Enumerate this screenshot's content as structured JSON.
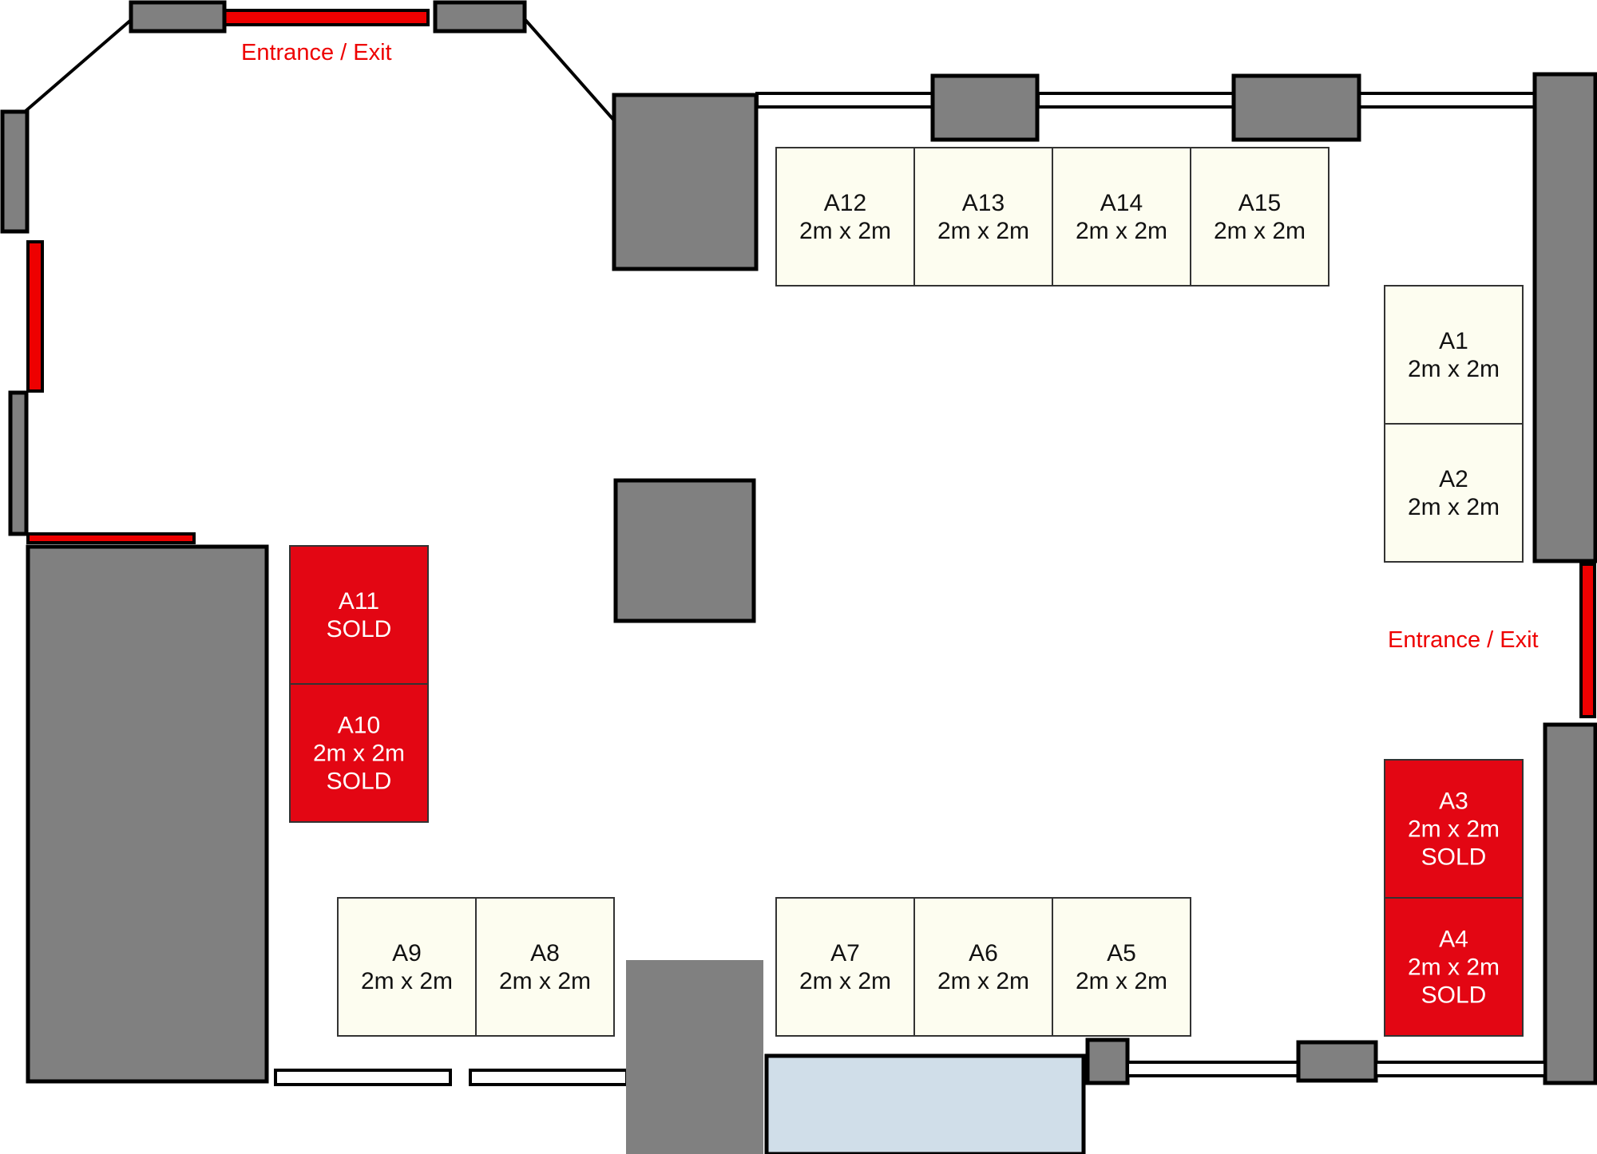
{
  "entrances": [
    {
      "id": "top",
      "label": "Entrance / Exit"
    },
    {
      "id": "right",
      "label": "Entrance / Exit"
    }
  ],
  "booths": [
    {
      "id": "A12",
      "label": "A12",
      "size": "2m x 2m",
      "status": ""
    },
    {
      "id": "A13",
      "label": "A13",
      "size": "2m x 2m",
      "status": ""
    },
    {
      "id": "A14",
      "label": "A14",
      "size": "2m x 2m",
      "status": ""
    },
    {
      "id": "A15",
      "label": "A15",
      "size": "2m x 2m",
      "status": ""
    },
    {
      "id": "A1",
      "label": "A1",
      "size": "2m x 2m",
      "status": ""
    },
    {
      "id": "A2",
      "label": "A2",
      "size": "2m x 2m",
      "status": ""
    },
    {
      "id": "A11",
      "label": "A11",
      "size": "",
      "status": "SOLD"
    },
    {
      "id": "A10",
      "label": "A10",
      "size": "2m x 2m",
      "status": "SOLD"
    },
    {
      "id": "A3",
      "label": "A3",
      "size": "2m x 2m",
      "status": "SOLD"
    },
    {
      "id": "A4",
      "label": "A4",
      "size": "2m x 2m",
      "status": "SOLD"
    },
    {
      "id": "A9",
      "label": "A9",
      "size": "2m x 2m",
      "status": ""
    },
    {
      "id": "A8",
      "label": "A8",
      "size": "2m x 2m",
      "status": ""
    },
    {
      "id": "A7",
      "label": "A7",
      "size": "2m x 2m",
      "status": ""
    },
    {
      "id": "A6",
      "label": "A6",
      "size": "2m x 2m",
      "status": ""
    },
    {
      "id": "A5",
      "label": "A5",
      "size": "2m x 2m",
      "status": ""
    }
  ],
  "colors": {
    "sold": "#e30613",
    "available": "#fdfdf0",
    "pillar": "#808080",
    "door": "#ee0000",
    "counter": "#d0dee9"
  }
}
